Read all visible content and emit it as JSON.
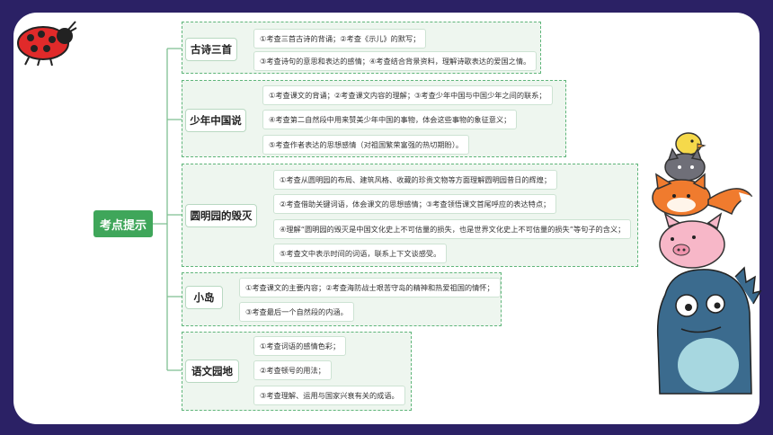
{
  "root": {
    "label": "考点提示"
  },
  "groups": [
    {
      "title": "古诗三首",
      "items": [
        "①考查三首古诗的背诵；②考查《示儿》的默写；",
        "③考查诗句的意思和表达的感情；④考查结合背景资料，理解诗歌表达的爱国之情。"
      ]
    },
    {
      "title": "少年中国说",
      "items": [
        "①考查课文的背诵；②考查课文内容的理解；③考查少年中国与中国少年之间的联系；",
        "④考查第二自然段中用来赞美少年中国的事物，体会这些事物的象征意义；",
        "⑤考查作者表达的思想感情（对祖国繁荣富强的热切期盼）。"
      ]
    },
    {
      "title": "圆明园的毁灭",
      "items": [
        "①考查从圆明园的布局、建筑风格、收藏的珍贵文物等方面理解圆明园昔日的辉煌；",
        "②考查借助关键词语，体会课文的思想感情；③考查领悟课文首尾呼应的表达特点；",
        "④理解“圆明园的毁灭是中国文化史上不可估量的损失，也是世界文化史上不可估量的损失”等句子的含义；",
        "⑤考查文中表示时间的词语，联系上下文谈感受。"
      ]
    },
    {
      "title": "小岛",
      "items": [
        "①考查课文的主要内容；②考查海防战士艰苦守岛的精神和热爱祖国的情怀；",
        "③考查最后一个自然段的内涵。"
      ]
    },
    {
      "title": "语文园地",
      "items": [
        "①考查词语的感情色彩；",
        "②考查顿号的用法；",
        "③考查理解、运用与国家兴衰有关的成语。"
      ]
    }
  ]
}
